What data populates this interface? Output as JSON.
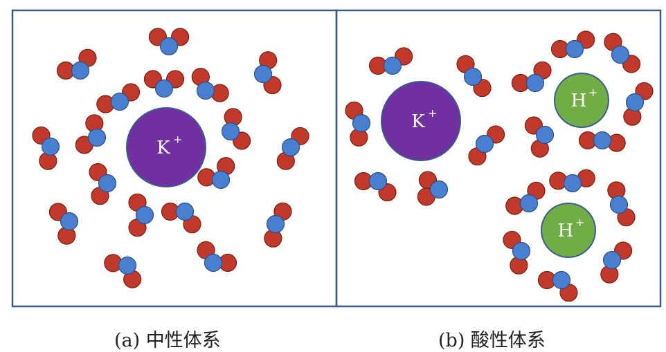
{
  "panels": [
    {
      "id": "a",
      "caption": "(a) 中性体系",
      "ions": [
        {
          "label": "K",
          "charge": "+",
          "kind": "potassium"
        }
      ]
    },
    {
      "id": "b",
      "caption": "(b) 酸性体系",
      "ions": [
        {
          "label": "K",
          "charge": "+",
          "kind": "potassium"
        },
        {
          "label": "H",
          "charge": "+",
          "kind": "proton"
        },
        {
          "label": "H",
          "charge": "+",
          "kind": "proton"
        }
      ]
    }
  ],
  "colors": {
    "frame": "#3d5a8c",
    "oxygen_like": "#c0392b",
    "oxygen_stroke": "#7a1f12",
    "center_atom": "#4a7fd0",
    "center_stroke": "#2b4f8a",
    "potassium": "#7030a0",
    "proton": "#70ad47",
    "ion_stroke": "#3b5b8c",
    "ion_text": "#ffffff",
    "caption_text": "#222222"
  }
}
